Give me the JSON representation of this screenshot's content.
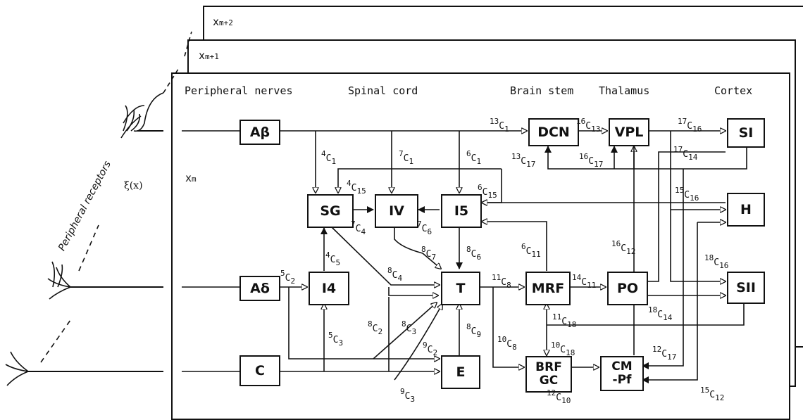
{
  "layers": {
    "back": "x",
    "back_sub": "m+2",
    "middle": "x",
    "middle_sub": "m+1",
    "front": "x",
    "front_sub": "m"
  },
  "regions": {
    "peripheral": "Peripheral nerves",
    "spinal": "Spinal cord",
    "brainstem": "Brain stem",
    "thalamus": "Thalamus",
    "cortex": "Cortex"
  },
  "receptors_label": "Peripheral receptors",
  "xi_label": "ξ(x)",
  "nodes": {
    "abeta": "Aβ",
    "adelta": "Aδ",
    "c": "C",
    "sg": "SG",
    "iv": "IV",
    "i5": "I5",
    "i4": "I4",
    "t": "T",
    "e": "E",
    "dcn": "DCN",
    "vpl": "VPL",
    "mrf": "MRF",
    "po": "PO",
    "brf_gc": "BRF GC",
    "cm_pf": "CM -Pf",
    "si": "SI",
    "h": "H",
    "sii": "SII"
  },
  "coefficients": {
    "c13_1": "13C1",
    "c16_13": "16C13",
    "c17_16": "17C16",
    "c13_17": "13C17",
    "c16_17": "16C17",
    "c17_14": "17C14",
    "c4_1": "4C1",
    "c7_1": "7C1",
    "c6_1": "6C1",
    "c4_15": "4C15",
    "c6_15": "6C15",
    "c15_16": "15C16",
    "c7_4": "7C4",
    "c7_6": "7C6",
    "c4_5": "4C5",
    "c8_7": "8C7",
    "c8_6": "8C6",
    "c6_11": "6C11",
    "c16_12": "16C12",
    "c18_16": "18C16",
    "c5_2": "5C2",
    "c8_4": "8C4",
    "c11_8": "11C8",
    "c14_11": "14C11",
    "c11_18": "11C18",
    "c18_14": "18C14",
    "c8_2": "8C2",
    "c8_3": "8C3",
    "c8_9": "8C9",
    "c5_3": "5C3",
    "c9_2": "9C2",
    "c10_8": "10C8",
    "c10_18": "10C18",
    "c12_17": "12C17",
    "c9_3": "9C3",
    "c12_10": "12C10",
    "c15_12": "15C12"
  }
}
